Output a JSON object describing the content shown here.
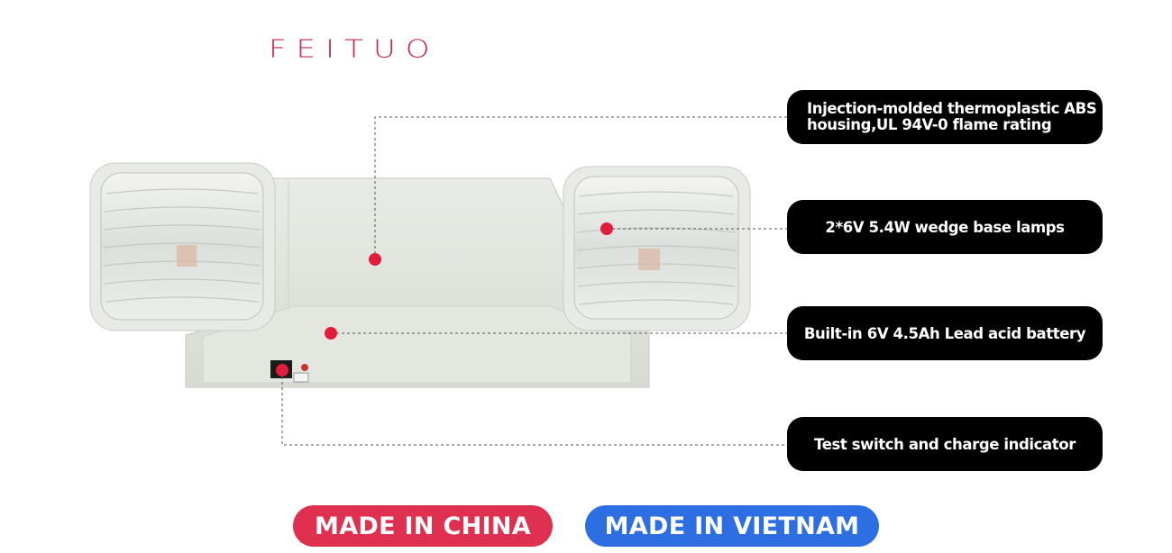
{
  "brand": {
    "logo_text": "FEITUO",
    "color": "#c8254a"
  },
  "callouts": [
    {
      "line1": "Injection-molded thermoplastic ABS",
      "line2": "housing,UL 94V-0 flame rating"
    },
    {
      "text": "2*6V 5.4W wedge base lamps"
    },
    {
      "text": "Built-in 6V 4.5Ah Lead acid battery"
    },
    {
      "text": "Test switch and charge indicator"
    }
  ],
  "badges": {
    "china": {
      "label": "MADE IN CHINA",
      "color": "#e0304f"
    },
    "vietnam": {
      "label": "MADE IN VIETNAM",
      "color": "#2d6fe3"
    }
  },
  "marker_color": "#e21c3c"
}
